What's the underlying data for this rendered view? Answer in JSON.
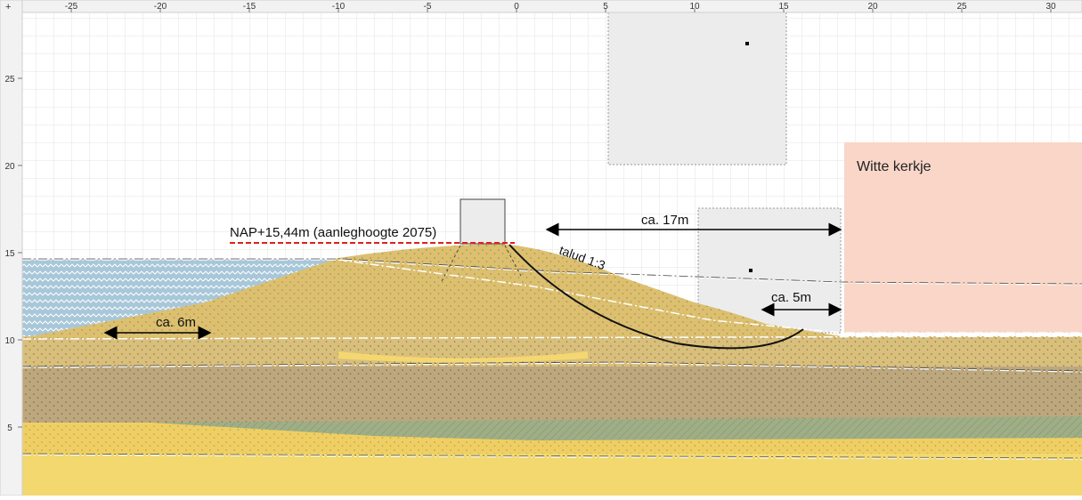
{
  "ruler": {
    "x_ticks": [
      "-25",
      "-20",
      "-15",
      "-10",
      "-5",
      "0",
      "5",
      "10",
      "15",
      "20",
      "25",
      "30"
    ],
    "y_ticks": [
      "25",
      "20",
      "15",
      "10",
      "5"
    ],
    "corner": "+"
  },
  "annotations": {
    "crest_level": "NAP+15,44m (aanleghoogte 2075)",
    "slope": "talud 1:3",
    "distance_17": "ca. 17m",
    "distance_5": "ca. 5m",
    "distance_6": "ca. 6m",
    "building": "Witte kerkje"
  },
  "colors": {
    "sand": "#f1d26b",
    "sand_dark": "#c9b07a",
    "clay": "#b9a788",
    "water": "#a8c7d9",
    "peat_hatch": "#8fa87a",
    "building": "#f9d6c8",
    "crest_line": "#e0201a",
    "ruler_bg": "#f2f2f2"
  },
  "icons": {
    "arrow": "double-headed-arrow",
    "marker": "square-marker"
  }
}
